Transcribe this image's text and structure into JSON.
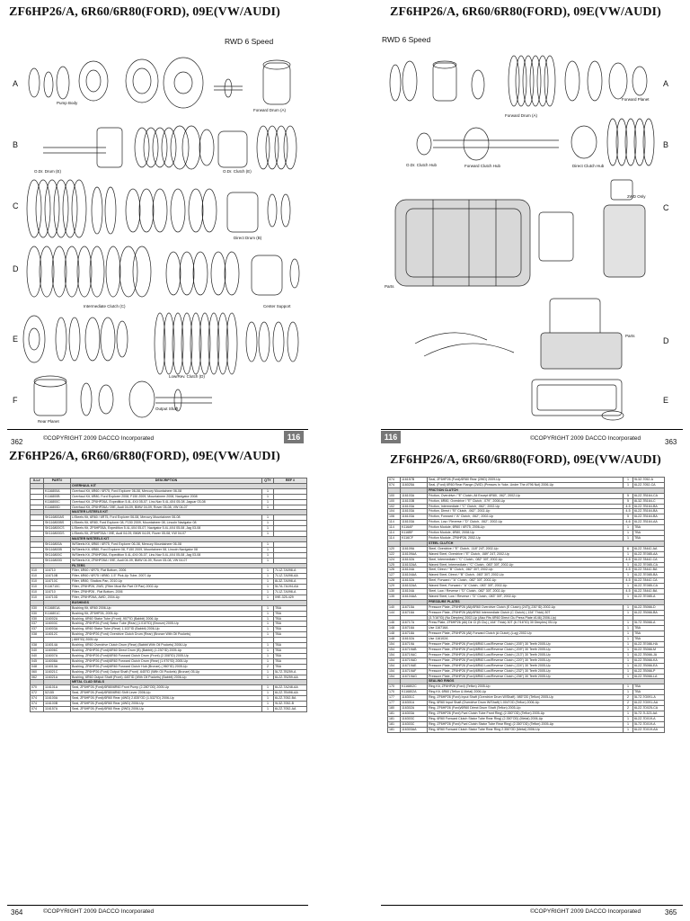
{
  "spread": {
    "title": "ZF6HP26/A, 6R60/6R80(FORD), 09E(VW/AUDI)",
    "subtitle": "RWD 6 Speed",
    "copyright": "©COPYRIGHT 2009 DACCO Incorporated",
    "chapter": "116",
    "pages": {
      "top_left": "362",
      "top_right": "363",
      "bottom_left": "364",
      "bottom_right": "365"
    },
    "row_labels_left": [
      "A",
      "B",
      "C",
      "D",
      "E",
      "F"
    ],
    "row_labels_right": [
      "A",
      "B",
      "C",
      "D",
      "E"
    ]
  },
  "callouts": {
    "pump_body": "Pump Body",
    "forward_drum": "Forward Drum (A)",
    "forward_planet": "Forward Planet",
    "odr_drum": "O.Dr. Drum (E)",
    "odr_clutch": "O.Dr. Clutch (E)",
    "odr_hub": "O.Dr. Clutch Hub",
    "forward_hub": "Forward Clutch Hub",
    "direct_hub": "Direct Clutch Hub",
    "direct_drum": "Direct Drum (B)",
    "intermediate": "Intermediate Clutch (C)",
    "center_support": "Center Support",
    "lowrev": "Low/Rev. Clutch (D)",
    "rear_planet": "Rear Planet",
    "output_shaft": "Output Shaft",
    "awd": "2WD Only",
    "parts": "Parts"
  },
  "left_table": {
    "headers": [
      "ILL#",
      "PART#",
      "DESCRIPTION",
      "QTY",
      "REF #"
    ],
    "rows": [
      {
        "sec": "OVERHAUL KIT"
      },
      [
        "",
        "K116800A",
        "Overhaul Kit, 6R60 / 6R75, Ford Explorer 06-08, Mercury Mountaineer 06-08",
        "1",
        ""
      ],
      [
        "",
        "K116800B",
        "Overhaul Kit, 6R80, Ford Explorer 2008, F150 2009, Mountaineer 2008, Navigator 2008",
        "1",
        ""
      ],
      [
        "",
        "K116800C",
        "Overhaul Kit, ZF6HP26A, Expedition 5.4L,4X4 05-07, Linc.Nav 5.4L,4X4 05-08 ,Jaguar 03-08",
        "1",
        ""
      ],
      [
        "",
        "K116800D",
        "Overhaul Kit, ZF6HP26A / 09E, Audi 04-09, BMW 04-09, Rover 05-08, VW 04-07",
        "1",
        ""
      ],
      {
        "sec": "MASTER L/STEELS KIT"
      },
      [
        "",
        "SK116800AS",
        "L/Steels Kit, 6R60 / 6R75, Ford Explorer 06-08, Mercury Mountaineer 06-08",
        "1",
        ""
      ],
      [
        "",
        "SK116800BS",
        "L/Steels Kit, 6R80, Ford Explorer 08, F150 2009, Mountaineer 08, Lincoln Navigator 08",
        "1",
        ""
      ],
      [
        "",
        "SK116800CS",
        "L/Steels Kit, ZF6HP26A, Expedition 5.4L,4X4 05-07, Navigator 5.4L,4X4 05-08 ,Jag 03-08",
        "1",
        ""
      ],
      [
        "",
        "SK116800DS",
        "L/Steels Kit, ZF6HP26A / 09E, Audi 04-09, BMW 04-09, Rover 05-08, VW 04-07",
        "1",
        ""
      ],
      {
        "sec": "MASTER W/STEELS KIT"
      },
      [
        "",
        "SK116800A",
        "W/Steels Kit, 6R60 / 6R75, Ford Explorer 06-08, Mercury Mountaineer 06-08",
        "1",
        ""
      ],
      [
        "",
        "SK116800B",
        "W/Steels Kit, 6R80, Ford Explorer 08, F150 2009, Mountaineer 08, Lincoln Navigator 08",
        "1",
        ""
      ],
      [
        "",
        "SK116800C",
        "W/Steels Kit, ZF6HP26A, Expedition 5.4L,4X4 05-07, Linc.Nav 5.4L,4X4 05-08 ,Jag 03-08",
        "1",
        ""
      ],
      [
        "",
        "SK116800D",
        "W/Steels Kit, ZF6HP26A / 09E, Audi 04-09, BMW 04-09, Rover 05-08, VW 04-07",
        "1",
        ""
      ],
      {
        "sec": "FILTERS"
      },
      [
        "010",
        "116710",
        "Filter, 6R60 / 6R75, Flat Bottom, 2006",
        "1",
        "7L1Z-7A098-A"
      ],
      [
        "010",
        "116710B",
        "Filter, 6R60 / 6R75 / 6R80, 1.5\" Pick-Up Tube, 2007-Up",
        "1",
        "7L1Z-7A098-AA"
      ],
      [
        "010",
        "116710C",
        "Filter, 6R80, Shallow Pan, 2010-Up",
        "1",
        "8L3Z-7A098-A"
      ],
      [
        "010",
        "K116710C",
        "Filter, ZF6HP26, 2WD, (Filter Must Be Part Of Pan) 2002-Up",
        "1",
        "5L7A-7A194-AA"
      ],
      [
        "010",
        "116710",
        "Filter, ZF6HP26 , Flat Bottom, 2006",
        "1",
        "7L1Z-7A098-A"
      ],
      [
        "010",
        "116710D",
        "Filter, ZF6HP26A, AWD, 2004-Up",
        "1",
        "09E-325-429"
      ],
      {
        "sec": "BUSHINGS"
      },
      [
        "030",
        "K116801A",
        "Bushing Kit, 6R60 2006-Up",
        "1",
        "TBA"
      ],
      [
        "030",
        "K116801C",
        "Bushing Kit, ZF6HP26, 2005-Up",
        "1",
        "TBA"
      ],
      [
        "030",
        "116002A",
        "Bushing, 6R60 Stator Tube (Front) .907\"ID (Babbit) 2006-Up",
        "1",
        "TBA"
      ],
      [
        "037",
        "116003C",
        "Bushing, ZF6HP26 (Ford) Stator Tube (Rear) (1.010\"ID) (Bronze) 2005-Up",
        "1",
        "TBA"
      ],
      [
        "037",
        "116003A",
        "Bushing, 6R60 Stator Tube (Rear) 1.102\"ID (Babbit) 2006-Up",
        "1",
        "TBA"
      ],
      [
        "038",
        "116012C",
        "Bushing, ZF6HP26 (Ford) Overdrive Clutch Drum (Rear) (Bronze With Oil Pockets)",
        "1",
        "TBA"
      ],
      [
        "",
        "",
        "(.669\"ID) 2005-Up",
        "",
        ""
      ],
      [
        "038",
        "116014A",
        "Bushing, 6R60 Overdrive Clutch Drum (Rear) (Babbit With Oil Pockets) 2006-Up",
        "1",
        "TBA"
      ],
      [
        "040",
        "116006C",
        "Bushing, ZF6HP26 (Ford)/6R60 Direct Drum (B) (Babbit) (1.230\"ID) 2005-Up",
        "1",
        "TBA"
      ],
      [
        "040",
        "116007A",
        "Bushing, ZF6HP26 (Ford)/6R60 Forward Clutch Drum (Front) (2.308\"ID) 2005-Up",
        "1",
        "TBA"
      ],
      [
        "045",
        "116008A",
        "Bushing, ZF6HP26 (Ford)/6R60 Forward Clutch Drum (Rear) (1.970\"ID) 2005-Up",
        "1",
        "TBA"
      ],
      [
        "048",
        "116013A",
        "Bushing, ZF6HP26 (Ford)/6R60 Forward Clutch Hub (Bronze) (.960\"ID) 2005-Up",
        "2",
        "TBA"
      ],
      [
        "060",
        "116021C",
        "Bushing, ZF6HP26 (Ford) Output Shaft (Front) .645\"ID (With Oil Pockets) (Bronze) 05-Up",
        "1",
        "5L7Z-7B259-A"
      ],
      [
        "062",
        "116021A",
        "Bushing, 6R60 Output Shaft (Front) .645\"ID (With Oil Pockets) (Babbit) 2006-Up",
        "1",
        "6L2Z-7B259-AA"
      ],
      {
        "sec": "METAL CLAD SEALS"
      },
      [
        "070",
        "116101A",
        "Seal, ZF6HP26 (Ford)/6R80/6R60 Front Pump (2.280\"OD) 2005-Up",
        "1",
        "6L2Z-7A248-AA"
      ],
      [
        "072",
        "52155",
        "Seal, ZF6HP26 (Ford)/6R80/6R60 Shift Lever 2006-Up",
        "1",
        "6L2Z-7B498-AA"
      ],
      [
        "074",
        "116100A",
        "Seal, ZF6HP26 (Ford)/6R60 Rear (4WD) 2.835\"OD (1.532\"ID) 2006-Up",
        "1",
        "6L2Z-7052-BA"
      ],
      [
        "074",
        "116100B",
        "Seal, ZF6HP26 (Ford)/6R60 Rear (4WD) 2006-Up",
        "1",
        "9L3Z-7052-B"
      ],
      [
        "074",
        "116157A",
        "Seal, ZF6HP26 (Ford)/6R60 Rear (2WD) 2006-Up",
        "1",
        "6L2Z-7052-AA"
      ]
    ]
  },
  "right_table": {
    "rows": [
      [
        "074",
        "116157B",
        "Seal, ZF6HP26 (Ford)/6R80 Rear (2WD) 2009-Up",
        "1",
        "9L3Z-7052-A"
      ],
      [
        "074",
        "116025A",
        "Seal, (Ford) 6R60 Rear Flange (2WD) (Presses In Yoke, Under The #796 Nut) 2006-Up",
        "1",
        "6L2Z-7052-CA"
      ],
      {
        "sec": "FRICTION CLUTCH"
      },
      [
        "100",
        "116103A",
        "Friction, Overdrive / \"E\" Clutch, All Except 6R80, .062\", 2002-Up",
        "5",
        "6L2Z-7B164-CA"
      ],
      [
        "100",
        "116103B",
        "Friction, 6R80, Overdrive / \"E\" Clutch, .079\", 2008-Up",
        "5",
        "8L3Z-7B164-C"
      ],
      [
        "102",
        "116103A",
        "Friction, Intermediate / \"C\" Clutch, .062\", 2002-Up",
        "4-5",
        "6L2Z-7B164-BA"
      ],
      [
        "104",
        "116103A",
        "Friction, Direct / \"B\" Clutch, .062\", 2002-Up",
        "4-5",
        "6L2Z-7B164-BA"
      ],
      [
        "106",
        "116103A",
        "Friction, Forward / \"A\" Clutch, .062\", 2002-Up",
        "5",
        "6L2Z-7B164-BA"
      ],
      [
        "114",
        "116103A",
        "Friction, Low / Reverse / \"D\" Clutch, .062\", 2002-Up",
        "4-6",
        "6L2Z-7B164-AA"
      ],
      [
        "114",
        "K116AF",
        "Friction Module, 6R60 / 6R75, 2006-Up",
        "1",
        "TBA"
      ],
      [
        "114",
        "K116BF",
        "Friction Module, 6R80, 2008-Up",
        "1",
        "TBA"
      ],
      [
        "114",
        "K116CF",
        "Friction Module, ZF6HP26, 2002-Up",
        "1",
        "TBA"
      ],
      {
        "sec": "STEEL CLUTCH"
      },
      [
        "120",
        "116109A",
        "Steel, Overdrive / \"E\" Clutch, .118\" 24T, 2002-Up",
        "6",
        "6L2Z-78442-AA"
      ],
      [
        "122",
        "116109AA",
        "Waved Steel, Overdrive / \"E\" Clutch, .089\" 24T, 2002-Up",
        "1",
        "6L2Z-7E085-AA"
      ],
      [
        "124",
        "116102A",
        "Steel, Intermediate / \"C\" Clutch, .082\" 30T, 2002-Up",
        "4-5",
        "6L2Z-78442-CA"
      ],
      [
        "125",
        "116102AA",
        "Waved Steel, Intermediate / \"C\" Clutch, .083\" 30T, 2002-Up",
        "1",
        "6L2Z-7E085-CA"
      ],
      [
        "126",
        "116104A",
        "Steel, Direct / \"B\" Clutch, .082\" 30T, 2002-Up",
        "4-5",
        "6L2Z-78442-BA"
      ],
      [
        "127",
        "116104AA",
        "Waved Steel, Direct / \"B\" Clutch, .083\" 30T, 2002-Up",
        "1",
        "6L2Z-7E085-BA"
      ],
      [
        "128",
        "116102A",
        "Steel, Forward / \"A\" Clutch, .082\" 30T, 2002-Up",
        "4-5",
        "6L2Z-78442-CA"
      ],
      [
        "129",
        "116102AA",
        "Waved Steel, Forward / \"A\" Clutch, .083\" 30T, 2002-Up",
        "1",
        "6L2Z-7E085-CA"
      ],
      [
        "130",
        "116104A",
        "Steel, Low / Reverse / \"D\" Clutch, .082\" 30T, 2002-Up",
        "4-5",
        "6L2Z-78442-BA"
      ],
      [
        "135",
        "116104AA",
        "Waved Steel, Low / Reverse / \"D\" Clutch, .083\" 30T, 2002-Up",
        "1",
        "6L2Z-7E085-A"
      ],
      {
        "sec": "PRESSURE PLATES"
      },
      [
        "140",
        "116715A",
        "Pressure Plate, ZF6HP26 (All)/6R60 Overdrive Clutch (E Clutch) (24T)(.230\"ID) 2002-Up",
        "1",
        "6L2Z-7B066-D"
      ],
      [
        "144",
        "116716A",
        "Pressure Plate, ZF6HP26 (All)/6R60 Intermediate Clutch (C Clutch) (.154\" Thick) 30T",
        "1",
        "6L2Z-7B066-BA"
      ],
      [
        "",
        "",
        "(3.7/16\"ID) (No Dimples) 2002-Up (Also Fits 6R60 Direct Clu Press Plate #146) 2006-Up)",
        "",
        ""
      ],
      [
        "146",
        "116717A",
        "Press Plate, ZF6HP26 (All) Dir Cl (B Clu) (.164\" Thick) 30T (6.7/16\"ID) 30 Dimples) 05-Up",
        "1",
        "5L7Z-7B066-A"
      ],
      [
        "148",
        "116716A",
        "Use 116716A",
        "1",
        "TBA"
      ],
      [
        "148",
        "116718A",
        "Pressure Plate, ZF6HP26 (All) Forward Clutch (A Clutch) (Lug) 2002-Up",
        "1",
        "TBA"
      ],
      [
        "148",
        "116102A",
        "Use 116102A",
        "1",
        "TBA"
      ],
      [
        "154",
        "116719A",
        "Pressure Plate, ZF6HP26 (Ford)/6R60 Low/Reverse Clutch (.205\") 30 Teeth 2005-Up",
        "1",
        "6L2Z-7E086-HA"
      ],
      [
        "154",
        "116719AB",
        "Pressure Plate, ZF6HP26 (Ford)/6R60 Low/Reverse Clutch (.209\") 30 Teeth 2005-Up",
        "1",
        "6L2Z-7B066-M"
      ],
      [
        "154",
        "116719AC",
        "Pressure Plate, ZF6HP26 (Ford)/6R60 Low/Reverse Clutch (.213\") 30 Teeth 2005-Up",
        "1",
        "6L2Z-7B066-JA"
      ],
      [
        "154",
        "116719AD",
        "Pressure Plate, ZF6HP26 (Ford)/6R60 Low/Reverse Clutch (.220\") 30 Teeth 2005-Up",
        "1",
        "6L2Z-7B066-KA"
      ],
      [
        "154",
        "116719AE",
        "Pressure Plate, ZF6HP26 (Ford)/6R60 Low/Reverse Clutch (.224\") 30 Teeth 2005-Up",
        "1",
        "6L2Z-7B066-EA"
      ],
      [
        "154",
        "116719AF",
        "Pressure Plate, ZF6HP26 (Ford)/6R60 Low/Reverse Clutch (.232\") 30 Teeth 2005-Up",
        "1",
        "6L2Z-7B066-P"
      ],
      [
        "154",
        "116719AG",
        "Pressure Plate, ZF6HP26 (Ford)/6R60 Low/Reverse Clutch (.236\") 30 Teeth 2005-Up",
        "1",
        "6L2Z-7B066-LA"
      ],
      {
        "sec": "SEALING RINGS"
      },
      [
        "170",
        "K116802C",
        "Ring Kit, ZF6HP26 (Ford) (Teflon) 2005-Up",
        "1",
        "TBA"
      ],
      [
        "170",
        "K116802A",
        "Ring Kit, 6R60 (Teflon & Metal) 2006-Up",
        "1",
        "TBA"
      ],
      [
        "177",
        "116301C",
        "Ring, ZF6HP26 (Ford) Input Shaft (Overdrive Drum W/Shaft) .985\"OD (Teflon) 2005-Up",
        "2",
        "5L7Z-7G091-A"
      ],
      [
        "177",
        "116301A",
        "Ring, 6R60 Input Shaft (Overdrive Drum W/Shaft) 1.004\"OD (Teflon) 2006-Up",
        "2",
        "6L2Z-7G091-AA"
      ],
      [
        "180",
        "116302A",
        "Ring, ZF6HP26 (Ford)/6R60 Direct Drum Shaft (Teflon) 2005-Up",
        "2",
        "6L2Z-7D025-CA"
      ],
      [
        "181",
        "116303A",
        "Ring, ZF6HP26 (Ford) Fwd Clutch Tube Front Ring) (2.350\"OD) (Teflon) 2005-Up",
        "1",
        "5L7Z-7L323-AA"
      ],
      [
        "181",
        "116303C",
        "Ring, 6R60 Forward Clutch Stator Tube Rear Ring) (2.350\"OD) (Metal) 2006-Up",
        "1",
        "6L2Z-7D019-A"
      ],
      [
        "181",
        "116303C",
        "Ring, ZF6HP26 (Ford) Fwd Clutch Stator Tube Rear Ring) (2.350\"OD) (Teflon) 2005-Up",
        "1",
        "5L7Z-7D019-A"
      ],
      [
        "181",
        "116303AA",
        "Ring, 6R60 Forward Clutch Stator Tube Rear Ring 2.350\"OD (Metal) 2006-Up",
        "1",
        "6L2Z-7D019-AA"
      ]
    ]
  }
}
